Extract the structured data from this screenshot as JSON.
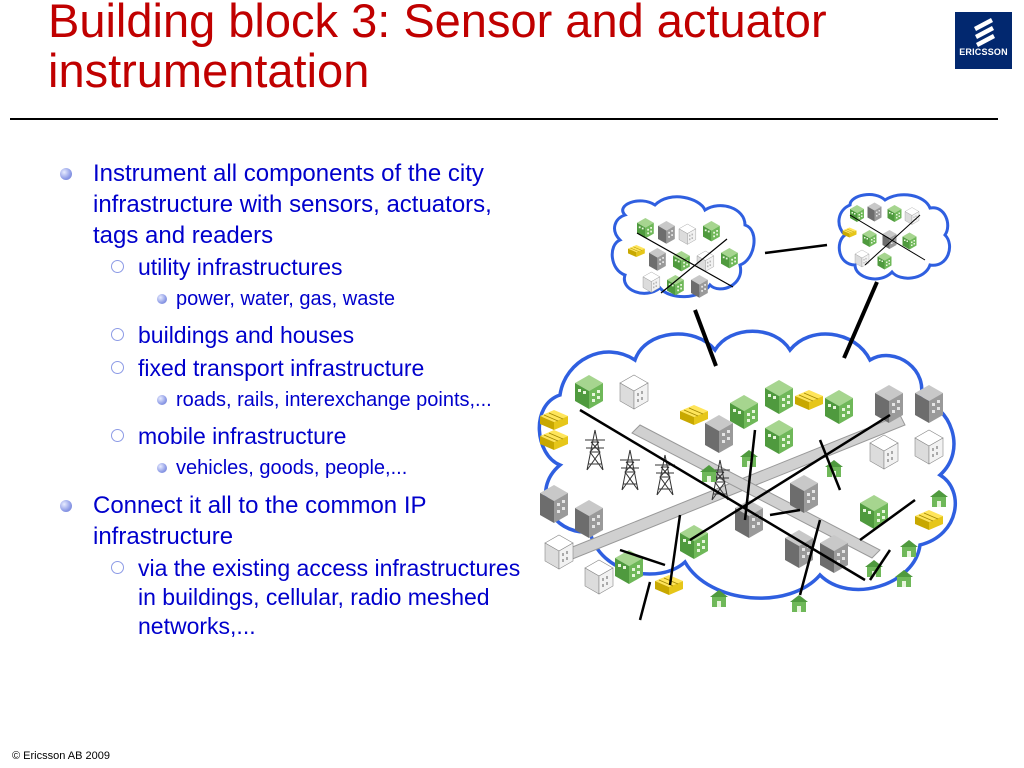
{
  "slide": {
    "title": "Building block 3: Sensor and actuator instrumentation",
    "footer": "© Ericsson AB 2009"
  },
  "logo": {
    "text": "ERICSSON",
    "icon": "ericsson-logo-icon"
  },
  "bullets": {
    "b1": "Instrument all components of the city infrastructure with sensors, actuators, tags and readers",
    "b1_1": "utility infrastructures",
    "b1_1_1": "power, water, gas, waste",
    "b1_2": "buildings and houses",
    "b1_3": "fixed transport infrastructure",
    "b1_3_1": "roads, rails, interexchange points,...",
    "b1_4": "mobile infrastructure",
    "b1_4_1": "vehicles, goods, people,...",
    "b2": "Connect it all to the common IP infrastructure",
    "b2_1": "via the existing access infrastructures in buildings, cellular, radio meshed networks,..."
  },
  "colors": {
    "title": "#c00000",
    "bullet_text": "#0000cc",
    "bullet_mark": "#8d9be6",
    "cloud_outline": "#2f5fe0",
    "logo_bg": "#02286f"
  }
}
